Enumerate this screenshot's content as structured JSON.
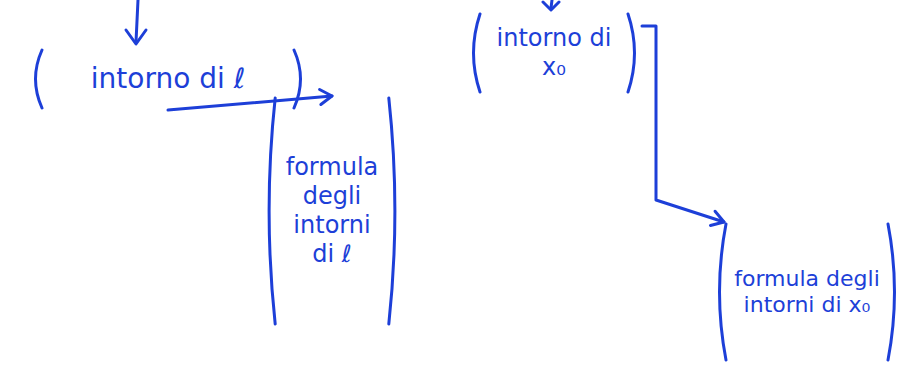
{
  "diagram": {
    "nodes": [
      {
        "text": [
          "intorno di ℓ"
        ]
      },
      {
        "text": [
          "formula degli intorni di ℓ"
        ]
      },
      {
        "text": [
          "intorno di x₀"
        ]
      },
      {
        "text": [
          "formula degli intorni di x₀"
        ]
      }
    ],
    "edges": [
      {
        "from": 0,
        "to": 1,
        "arrow": "to"
      },
      {
        "from": 2,
        "to": 3,
        "arrow": "to"
      }
    ]
  }
}
